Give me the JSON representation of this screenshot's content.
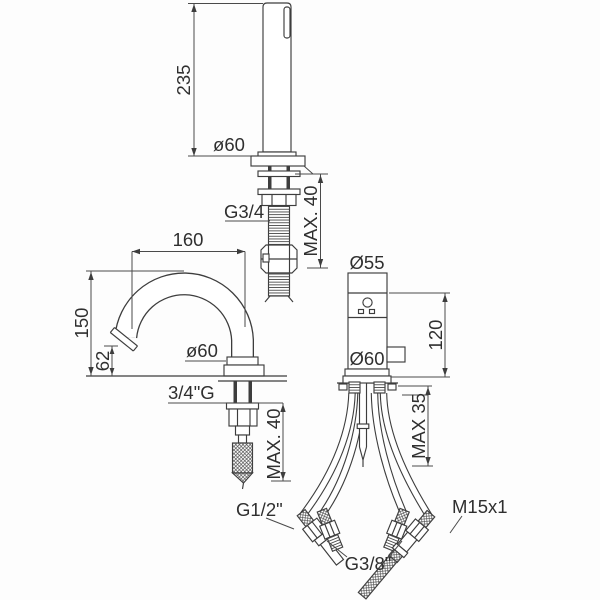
{
  "drawing": {
    "handshower": {
      "height": "235",
      "diameter": "ø60",
      "thread": "G3/4",
      "max_mount": "MAX. 40"
    },
    "spout": {
      "reach": "160",
      "height": "150",
      "outlet_height": "62",
      "diameter": "ø60",
      "thread": "3/4\"G",
      "max_mount": "MAX. 40"
    },
    "mixer": {
      "top_diameter": "Ø55",
      "height": "120",
      "base_diameter": "Ø60",
      "max_mount": "MAX 35",
      "hose_left": "G1/2\"",
      "hoses_center": "G3/8\"",
      "hose_right": "M15x1"
    },
    "line_color": "#3d3d3d"
  }
}
